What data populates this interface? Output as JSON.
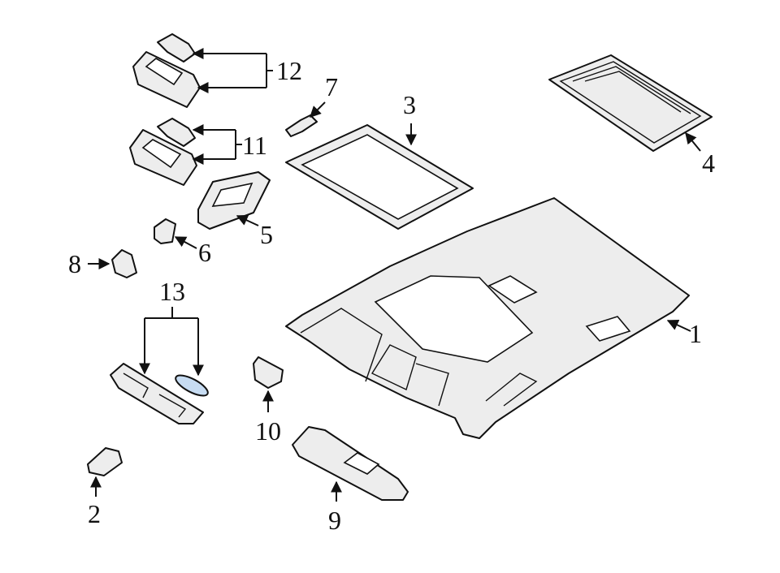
{
  "diagram": {
    "colors": {
      "line": "#111111",
      "part_fill": "#ededed",
      "highlight": "#c7dcf2",
      "background": "#ffffff"
    },
    "callouts": {
      "c1": "1",
      "c2": "2",
      "c3": "3",
      "c4": "4",
      "c5": "5",
      "c6": "6",
      "c7": "7",
      "c8": "8",
      "c9": "9",
      "c10": "10",
      "c11": "11",
      "c12": "12",
      "c13": "13"
    },
    "highlighted_part": "13"
  }
}
